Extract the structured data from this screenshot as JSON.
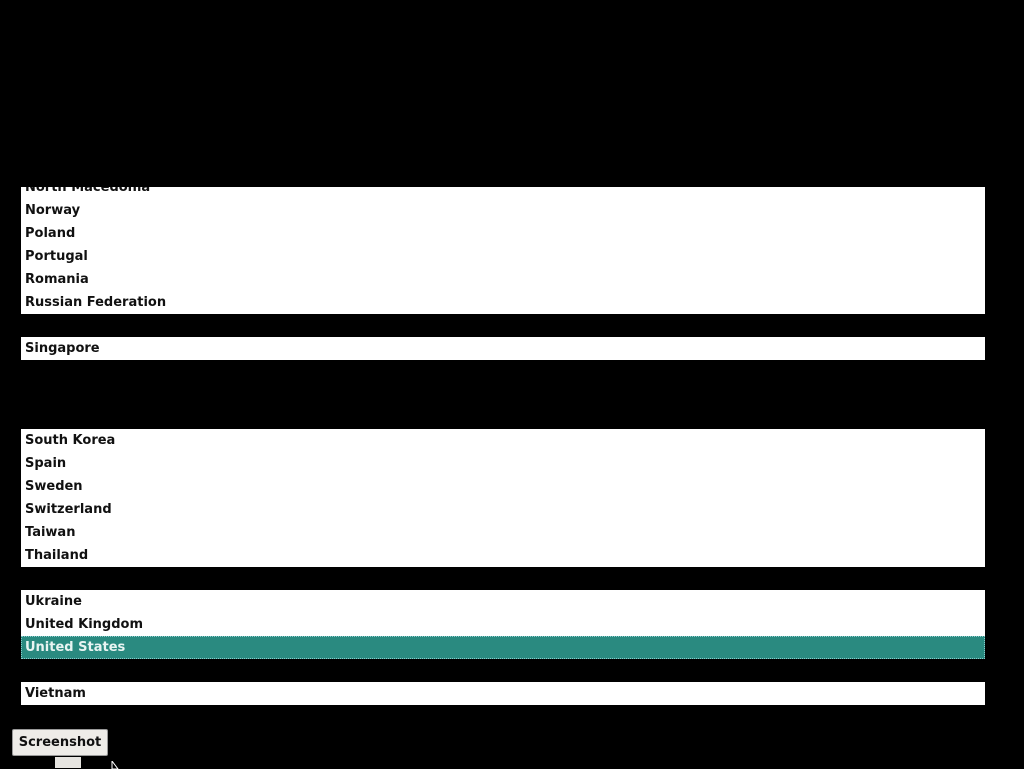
{
  "country_list": {
    "items": [
      {
        "label": "North Macedonia"
      },
      {
        "label": "Norway"
      },
      {
        "label": "Poland"
      },
      {
        "label": "Portugal"
      },
      {
        "label": "Romania"
      },
      {
        "label": "Russian Federation"
      },
      {
        "label": ""
      },
      {
        "label": "Singapore"
      },
      {
        "label": ""
      },
      {
        "label": ""
      },
      {
        "label": ""
      },
      {
        "label": "South Korea"
      },
      {
        "label": "Spain"
      },
      {
        "label": "Sweden"
      },
      {
        "label": "Switzerland"
      },
      {
        "label": "Taiwan"
      },
      {
        "label": "Thailand"
      },
      {
        "label": ""
      },
      {
        "label": "Ukraine"
      },
      {
        "label": "United Kingdom"
      },
      {
        "label": "United States",
        "selected": true
      },
      {
        "label": ""
      },
      {
        "label": "Vietnam"
      }
    ],
    "selected_color": "#2a8a80"
  },
  "toolbar": {
    "screenshot_label": "Screenshot"
  }
}
